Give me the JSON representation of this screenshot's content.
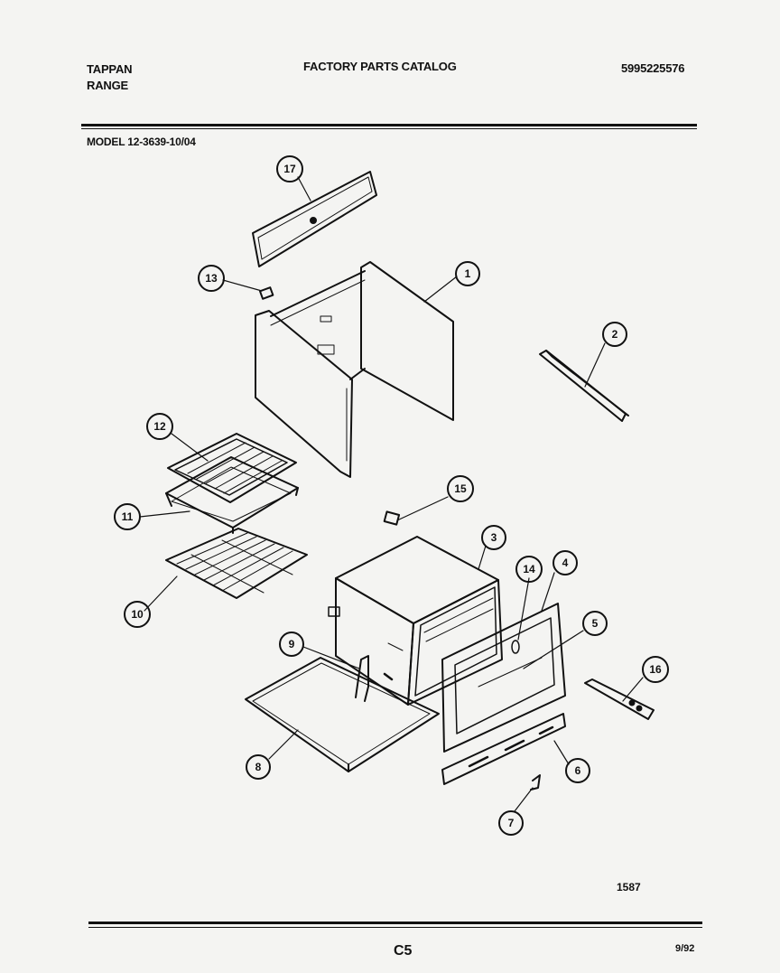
{
  "header": {
    "brand_line1": "TAPPAN",
    "brand_line2": "RANGE",
    "catalog_title": "FACTORY PARTS CATALOG",
    "part_number": "5995225576",
    "model": "MODEL 12-3639-10/04"
  },
  "footer": {
    "figure_number": "1587",
    "page": "C5",
    "date_code": "9/92"
  },
  "callouts": {
    "c1": "1",
    "c2": "2",
    "c3": "3",
    "c4": "4",
    "c5": "5",
    "c6": "6",
    "c7": "7",
    "c8": "8",
    "c9": "9",
    "c10": "10",
    "c11": "11",
    "c12": "12",
    "c13": "13",
    "c14": "14",
    "c15": "15",
    "c16": "16",
    "c17": "17"
  },
  "colors": {
    "ink": "#111111",
    "paper": "#f4f4f2"
  }
}
